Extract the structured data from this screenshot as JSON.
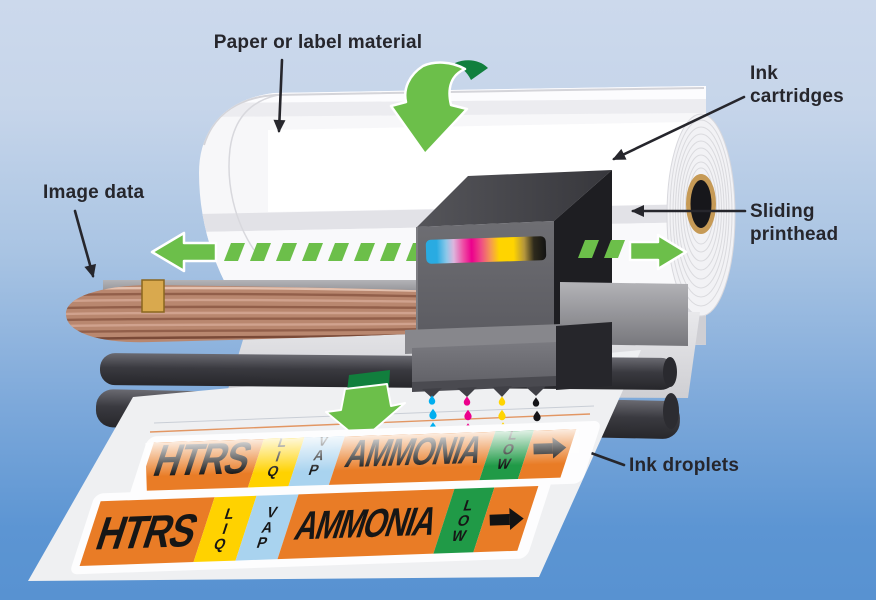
{
  "annotations": {
    "paper": "Paper or label material",
    "image_data": "Image data",
    "ink_cartridges": "Ink cartridges",
    "sliding_printhead": "Sliding printhead",
    "ink_droplets": "Ink droplets"
  },
  "printed_label": {
    "service": "HTRS",
    "qualifier_1": [
      "L",
      "I",
      "Q"
    ],
    "qualifier_2": [
      "V",
      "A",
      "P"
    ],
    "product": "AMMONIA",
    "qualifier_3": [
      "L",
      "O",
      "W"
    ]
  },
  "ink_droplet_colors": [
    "cyan",
    "magenta",
    "yellow",
    "black"
  ],
  "palette": {
    "background_top": "#ccd9ec",
    "background_bottom": "#5892d1",
    "accent_green": "#6cbf4a",
    "dark_green": "#117f3d",
    "cyan": "#00aeef",
    "magenta": "#ec008c",
    "yellow": "#ffd400",
    "black_ink": "#141418",
    "label_orange": "#e97c26",
    "label_yellow": "#ffd200",
    "label_blue": "#a9d3ef",
    "label_green": "#209a47",
    "annotation_text": "#26262c"
  }
}
